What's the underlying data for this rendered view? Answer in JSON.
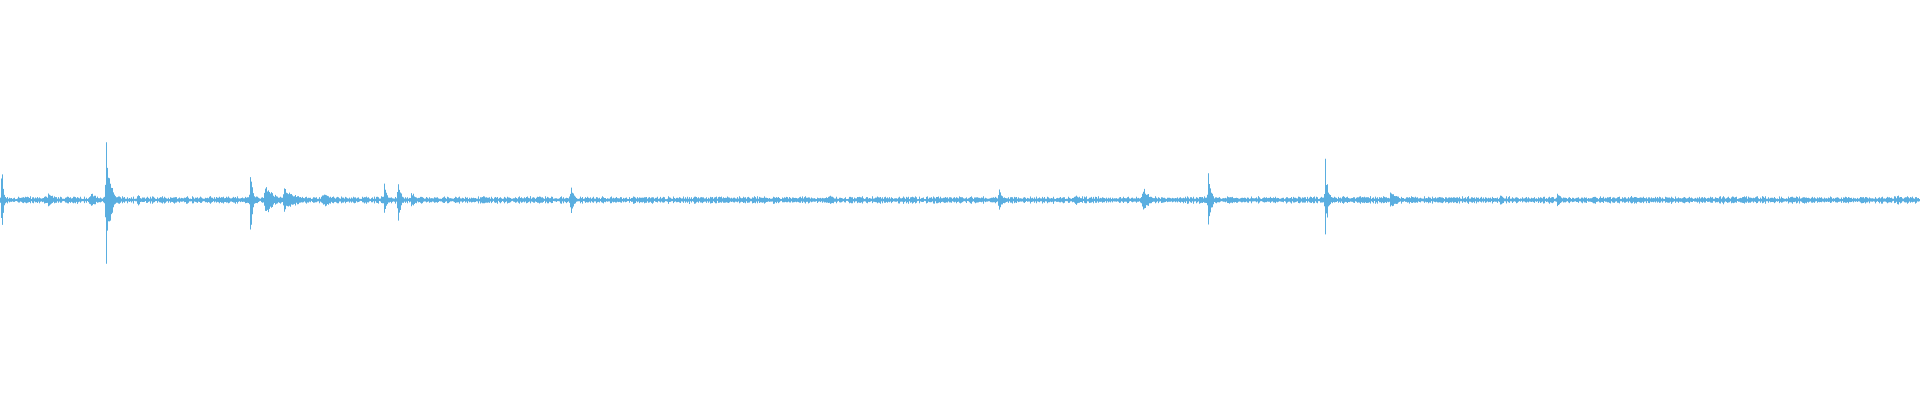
{
  "waveform": {
    "color": "#5aaee0",
    "background": "#ffffff",
    "baseline_amplitude": 0.02,
    "events": [
      {
        "t": 0.0006,
        "amp": 0.27,
        "spread": 0.0008
      },
      {
        "t": 0.025,
        "amp": 0.05,
        "spread": 0.0025
      },
      {
        "t": 0.047,
        "amp": 0.05,
        "spread": 0.003
      },
      {
        "t": 0.055,
        "amp": 0.37,
        "spread": 0.002
      },
      {
        "t": 0.0715,
        "amp": 0.06,
        "spread": 0.0012
      },
      {
        "t": 0.13,
        "amp": 0.28,
        "spread": 0.0012
      },
      {
        "t": 0.138,
        "amp": 0.11,
        "spread": 0.004
      },
      {
        "t": 0.148,
        "amp": 0.08,
        "spread": 0.006
      },
      {
        "t": 0.168,
        "amp": 0.04,
        "spread": 0.006
      },
      {
        "t": 0.2,
        "amp": 0.14,
        "spread": 0.0012
      },
      {
        "t": 0.207,
        "amp": 0.2,
        "spread": 0.0012
      },
      {
        "t": 0.214,
        "amp": 0.06,
        "spread": 0.002
      },
      {
        "t": 0.226,
        "amp": 0.03,
        "spread": 0.002
      },
      {
        "t": 0.245,
        "amp": 0.02,
        "spread": 0.004
      },
      {
        "t": 0.297,
        "amp": 0.12,
        "spread": 0.0015
      },
      {
        "t": 0.382,
        "amp": 0.02,
        "spread": 0.002
      },
      {
        "t": 0.397,
        "amp": 0.02,
        "spread": 0.004
      },
      {
        "t": 0.432,
        "amp": 0.05,
        "spread": 0.0015
      },
      {
        "t": 0.52,
        "amp": 0.08,
        "spread": 0.002
      },
      {
        "t": 0.56,
        "amp": 0.05,
        "spread": 0.002
      },
      {
        "t": 0.595,
        "amp": 0.08,
        "spread": 0.003
      },
      {
        "t": 0.629,
        "amp": 0.26,
        "spread": 0.0012
      },
      {
        "t": 0.69,
        "amp": 0.23,
        "spread": 0.0015
      },
      {
        "t": 0.724,
        "amp": 0.07,
        "spread": 0.003
      },
      {
        "t": 0.781,
        "amp": 0.06,
        "spread": 0.0015
      },
      {
        "t": 0.811,
        "amp": 0.07,
        "spread": 0.0015
      },
      {
        "t": 0.897,
        "amp": 0.03,
        "spread": 0.0015
      },
      {
        "t": 0.988,
        "amp": 0.04,
        "spread": 0.0015
      }
    ]
  }
}
